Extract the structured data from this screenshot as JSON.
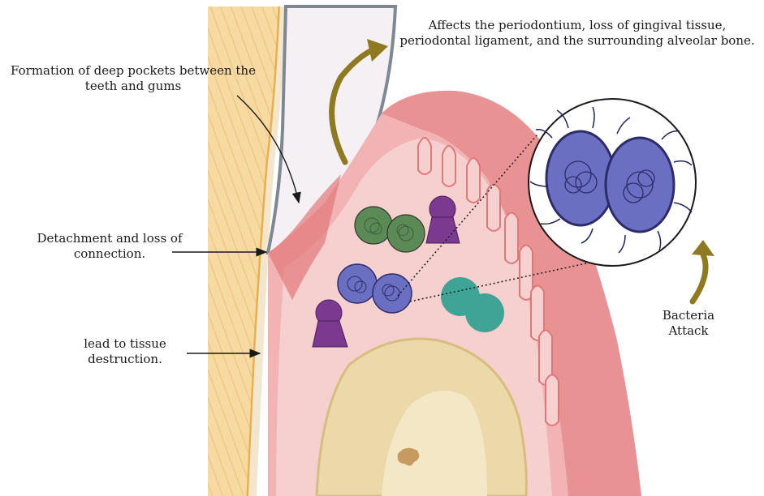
{
  "labels": {
    "affects": [
      "Affects the periodontium, loss of gingival tissue,",
      "periodontal ligament, and the surrounding alveolar bone."
    ],
    "pockets": [
      "Formation of deep pockets between the",
      "teeth and gums"
    ],
    "detachment": [
      "Detachment and loss of",
      "connection."
    ],
    "tissue": [
      "lead to  tissue",
      "destruction."
    ],
    "bacteria": [
      "Bacteria",
      "Attack"
    ]
  },
  "colors": {
    "enamel": "#f7d9a2",
    "enamel_stripe": "#eec27a",
    "gum": "#f2b3b5",
    "gum_dark": "#e27779",
    "gum_inner": "#f6cfcf",
    "bone": "#ecd9a9",
    "bacteria_blue": "#6b6fc2",
    "bacteria_green": "#5c8a57",
    "bacteria_purple": "#7b3a8f",
    "bacteria_teal": "#3fa396",
    "arrow_gold": "#8f7a22"
  },
  "icons": [
    "tooth-crown-icon",
    "bacteria-cluster-icon",
    "magnifier-circle-icon",
    "curved-arrow-icon"
  ]
}
